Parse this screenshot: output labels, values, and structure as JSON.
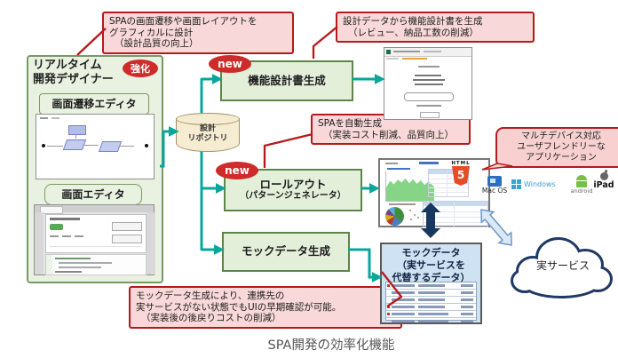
{
  "colors": {
    "box_green_fill": "#e9f1e1",
    "box_green_border": "#7a9a63",
    "process_border": "#5d8549",
    "callout_fill": "#f8d8d8",
    "callout_border": "#b51a1a",
    "badge_red": "#ce2b2b",
    "arrow_teal": "#0ba69a",
    "repository_fill": "#f6ecd2",
    "mock_fill": "#cfe2f3",
    "cloud_border": "#1f3864",
    "navy_arrow": "#17375e",
    "html5_orange": "#e44d26"
  },
  "badges": {
    "enhanced": "強化",
    "new": "new"
  },
  "designer": {
    "title_lines": [
      "リアルタイム",
      "開発デザイナー"
    ],
    "editors": [
      {
        "label": "画面遷移エディタ"
      },
      {
        "label": "画面エディタ"
      }
    ]
  },
  "repository": {
    "lines": [
      "設計",
      "リポジトリ"
    ]
  },
  "processes": {
    "doc_gen": {
      "label": "機能設計書生成"
    },
    "rollout": {
      "lines": [
        "ロールアウト",
        "（パターンジェネレータ）"
      ]
    },
    "mock_gen": {
      "label": "モックデータ生成"
    }
  },
  "callouts": {
    "design_graphical": {
      "lines": [
        "SPAの画面遷移や画面レイアウトを",
        "グラフィカルに設計",
        "（設計品質の向上）"
      ]
    },
    "doc_from_data": {
      "lines": [
        "設計データから機能設計書を生成",
        "（レビュー、納品工数の削減）"
      ]
    },
    "auto_spa": {
      "lines": [
        "SPAを自動生成",
        "（実装コスト削減、品質向上）"
      ]
    },
    "multi_device": {
      "lines": [
        "マルチデバイス対応",
        "ユーザフレンドリーな",
        "アプリケーション"
      ]
    },
    "mock_benefit": {
      "lines": [
        "モックデータ生成により、連携先の",
        "実サービスがない状態でもUIの早期確認が可能。",
        "（実装後の後戻りコストの削減）"
      ]
    }
  },
  "mock_data_box": {
    "lines": [
      "モックデータ",
      "（実サービスを",
      "代替するデータ）"
    ]
  },
  "cloud": {
    "label": "実サービス"
  },
  "devices": [
    {
      "label": "Mac OS"
    },
    {
      "label": "Windows"
    },
    {
      "label": "android"
    },
    {
      "label": "iPad"
    }
  ],
  "html5": {
    "brand": "HTML",
    "number": "5"
  },
  "caption": "SPA開発の効率化機能"
}
